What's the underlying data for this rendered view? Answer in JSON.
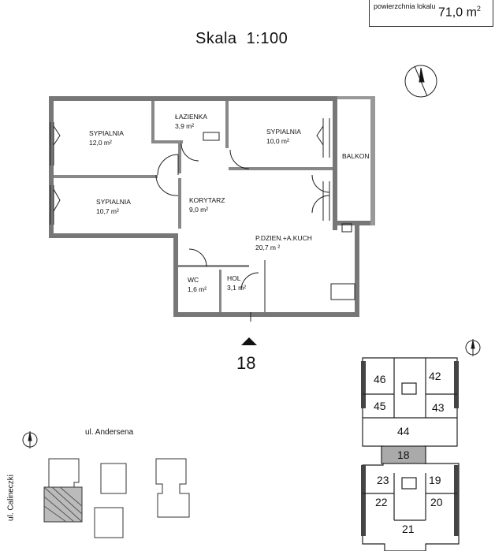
{
  "header": {
    "area_label": "powierzchnia lokalu",
    "area_value": "71,0 m",
    "area_unit_sup": "2"
  },
  "plan": {
    "scale": "Skala  1:100",
    "unit_number": "18",
    "rooms": [
      {
        "name": "SYPIALNIA",
        "area": "12,0 m²"
      },
      {
        "name": "ŁAZIENKA",
        "area": "3,9 m²"
      },
      {
        "name": "SYPIALNIA",
        "area": "10,0 m²"
      },
      {
        "name": "BALKON",
        "area": ""
      },
      {
        "name": "SYPIALNIA",
        "area": "10,7 m²"
      },
      {
        "name": "KORYTARZ",
        "area": "9,0 m²"
      },
      {
        "name": "P.DZIEN.+A.KUCH",
        "area": "20,7 m ²"
      },
      {
        "name": "WC",
        "area": "1,6 m²"
      },
      {
        "name": "HOL",
        "area": "3,1 m²"
      }
    ]
  },
  "site": {
    "street_top": "ul. Andersena",
    "street_left": "ul. Calineczki"
  },
  "key_plan": {
    "units": [
      "46",
      "42",
      "45",
      "43",
      "44",
      "18",
      "23",
      "19",
      "22",
      "20",
      "21"
    ],
    "highlighted": "18"
  }
}
